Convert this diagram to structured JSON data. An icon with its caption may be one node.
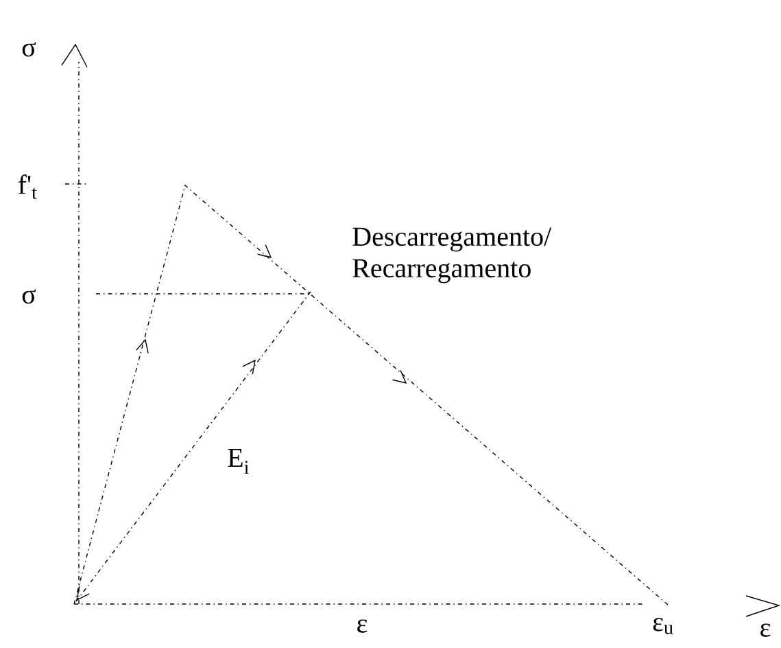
{
  "diagram": {
    "labels": [
      "σ",
      "f'$_{t}$",
      "σ",
      "Descarregamento/ Recarregamento",
      "E$_{i}$",
      "ε",
      "ε$_{u}$",
      "ε"
    ]
  }
}
